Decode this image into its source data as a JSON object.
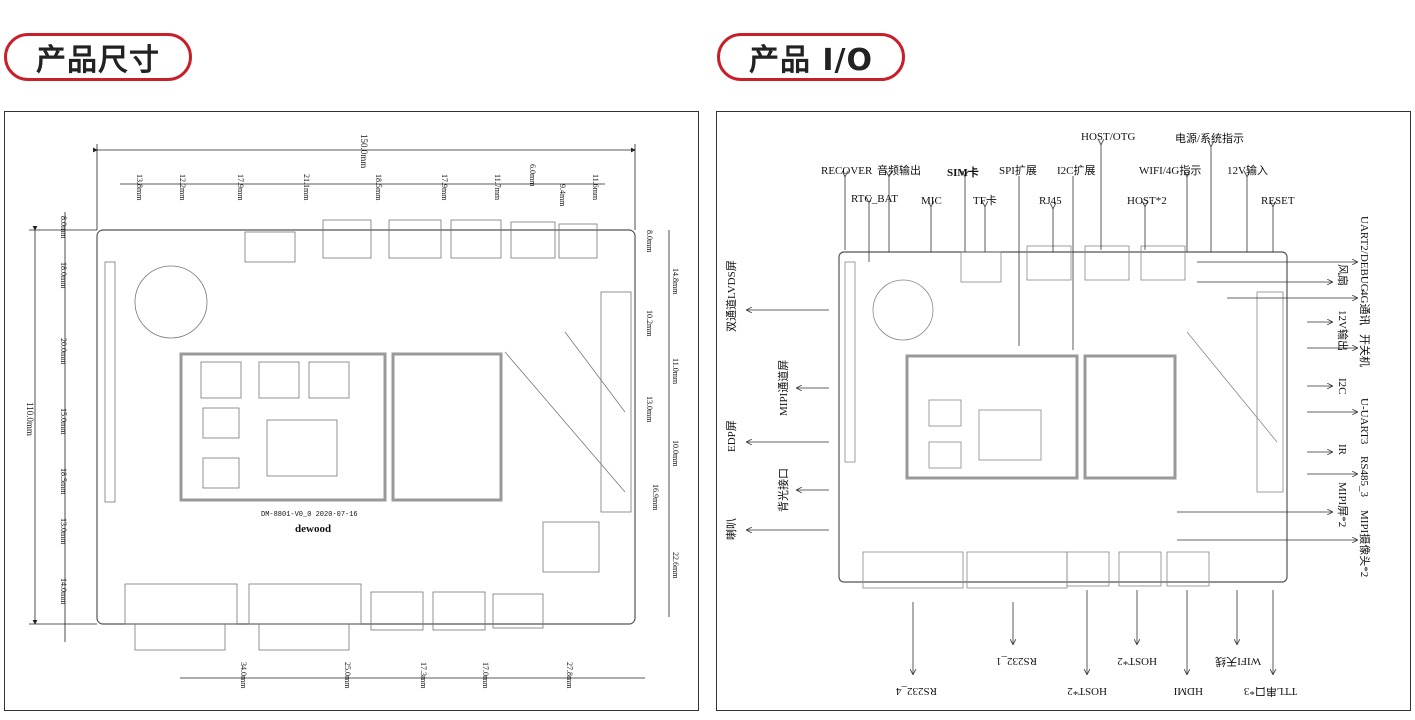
{
  "left_header": {
    "title": "产品尺寸"
  },
  "right_header": {
    "title": "产品 I/O"
  },
  "dims": {
    "overall_width": "150.0mm",
    "overall_height": "110.0mm",
    "top": [
      "13.8mm",
      "12.2mm",
      "17.9mm",
      "21.1mm",
      "18.5mm",
      "17.9mm",
      "11.7mm",
      "6.0mm",
      "9.4mm",
      "11.6mm"
    ],
    "left": [
      "8.0mm",
      "18.0mm",
      "20.0mm",
      "15.0mm",
      "18.5mm",
      "13.0mm",
      "14.0mm"
    ],
    "right": [
      "8.0mm",
      "14.8mm",
      "10.2mm",
      "11.0mm",
      "13.0mm",
      "10.0mm",
      "16.9mm",
      "22.6mm"
    ],
    "bottom": [
      "34.0mm",
      "25.0mm",
      "17.3mm",
      "17.0mm",
      "27.8mm"
    ]
  },
  "board_text": {
    "date_code": "DM-8801-V0_0  2020-07-16",
    "brand": "dewood"
  },
  "io": {
    "top_row1": {
      "host_otg": "HOST/OTG",
      "power_status": "电源/系统指示"
    },
    "top_row2": {
      "recover": "RECOVER",
      "audio_out": "音频输出",
      "sim": "SIM卡",
      "spi": "SPI扩展",
      "i2c_ext": "I2C扩展",
      "wifi_led": "WIFI/4G指示",
      "in12v": "12V输入"
    },
    "top_row3": {
      "rtc": "RTC_BAT",
      "mic": "MIC",
      "tf": "TF卡",
      "rj45": "RJ45",
      "host2": "HOST*2",
      "reset": "RESET"
    },
    "left": {
      "lvds": "双通道LVDS屏",
      "mipi_screen": "MIPI通道屏",
      "edp": "EDP屏",
      "backlight": "背光接口",
      "speaker": "喇叭"
    },
    "right": {
      "uart2": "UART2/DEBUG",
      "fan": "风扇",
      "g4": "4G通讯",
      "out12v": "12V输出",
      "power_sw": "开关机",
      "i2c": "I2C",
      "uart3": "U-UART3",
      "ir": "IR",
      "rs485": "RS485_3",
      "mipi_cam": "MIPI摄像头*2",
      "mipi_lcd": "MIPI屏*2"
    },
    "bottom": {
      "rs232_4": "RS232_4",
      "rs232_1": "RS232_1",
      "host2a": "HOST*2",
      "host2b": "HOST*2",
      "hdmi": "HDMI",
      "wifi_ant": "WIFI天线",
      "ttl": "TTL串口*3"
    }
  }
}
